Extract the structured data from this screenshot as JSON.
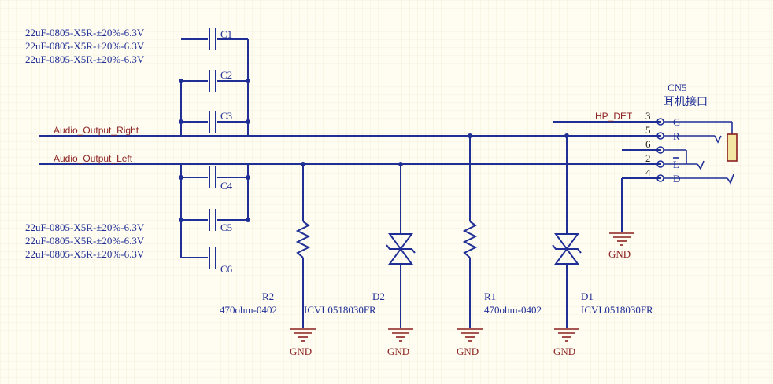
{
  "nets": {
    "audio_right": "Audio_Output_Right",
    "audio_left": "Audio_Output_Left",
    "hp_det": "HP_DET"
  },
  "capacitors": [
    {
      "ref": "C1",
      "value": "22uF-0805-X5R-±20%-6.3V"
    },
    {
      "ref": "C2",
      "value": "22uF-0805-X5R-±20%-6.3V"
    },
    {
      "ref": "C3",
      "value": "22uF-0805-X5R-±20%-6.3V"
    },
    {
      "ref": "C4",
      "value": "22uF-0805-X5R-±20%-6.3V"
    },
    {
      "ref": "C5",
      "value": "22uF-0805-X5R-±20%-6.3V"
    },
    {
      "ref": "C6",
      "value": "22uF-0805-X5R-±20%-6.3V"
    }
  ],
  "resistors": [
    {
      "ref": "R2",
      "value": "470ohm-0402"
    },
    {
      "ref": "R1",
      "value": "470ohm-0402"
    }
  ],
  "diodes": [
    {
      "ref": "D2",
      "value": "ICVL0518030FR"
    },
    {
      "ref": "D1",
      "value": "ICVL0518030FR"
    }
  ],
  "connector": {
    "ref": "CN5",
    "name": "耳机接口",
    "pins": [
      {
        "number": "3",
        "name": "G"
      },
      {
        "number": "5",
        "name": "R"
      },
      {
        "number": "6",
        "name": ""
      },
      {
        "number": "2",
        "name": "L"
      },
      {
        "number": "4",
        "name": "D"
      }
    ]
  },
  "ground_label": "GND",
  "colors": {
    "background": "#fffdf1",
    "wire": "#1f2f96",
    "net_label": "#8c1f1f",
    "grid": "#ece6cf"
  }
}
